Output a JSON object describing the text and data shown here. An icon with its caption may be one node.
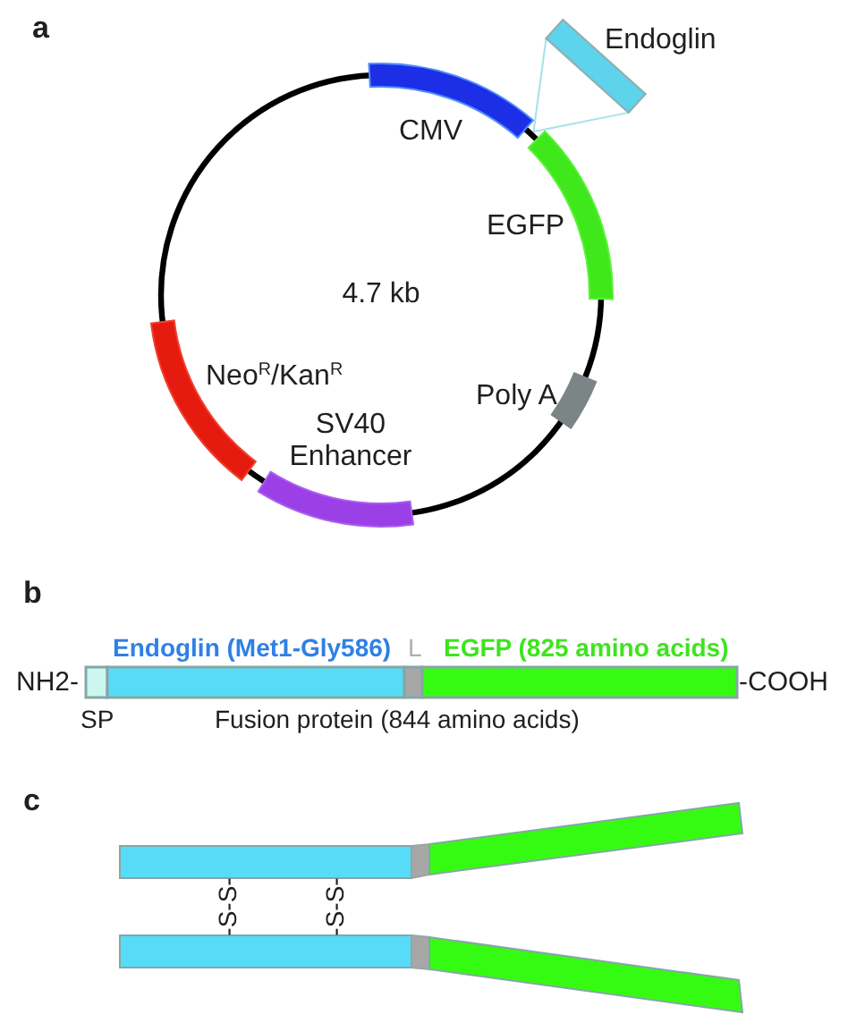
{
  "diagram": {
    "nodes": [
      {
        "text": [
          "4.7 kb"
        ]
      },
      {
        "text": [],
        "shape": "bar",
        "beside": [
          "Endoglin"
        ]
      },
      {
        "text": [],
        "shape": "arc",
        "beside": [
          "CMV"
        ],
        "in": 0
      },
      {
        "text": [],
        "shape": "arc",
        "beside": [
          "EGFP"
        ],
        "in": 0
      },
      {
        "text": [],
        "shape": "arc",
        "beside": [
          "Neo$^{R}$/Kan$^{R}$"
        ],
        "in": 0
      },
      {
        "text": [],
        "shape": "arc",
        "beside": [
          "Poly A"
        ],
        "in": 0
      },
      {
        "text": [],
        "shape": "arc",
        "beside": [
          "SV40 Enhancer"
        ],
        "in": 0
      }
    ],
    "edges": [
      {
        "from": 1,
        "to": 0,
        "arrow": "none"
      },
      {
        "from": 1,
        "to": 0,
        "arrow": "none"
      }
    ],
    "labels": [
      "a",
      "b",
      "Endoglin (Met1-Gly586)",
      "L",
      "EGFP (825 amino acids)",
      "NH2-",
      "-COOH",
      "SP",
      "Fusion protein (844 amino acids)",
      "c",
      "-S-S-",
      "-S-S-"
    ]
  }
}
